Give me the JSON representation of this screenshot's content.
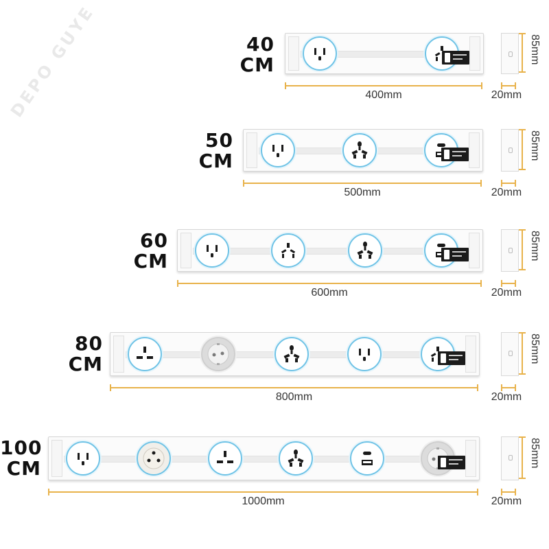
{
  "watermark": "DEPO GUYE",
  "rows": [
    {
      "size_number": "40",
      "size_unit": "CM",
      "length_label": "400mm",
      "depth_label": "20mm",
      "height_label": "85mm",
      "sockets": [
        "us",
        "multi"
      ]
    },
    {
      "size_number": "50",
      "size_unit": "CM",
      "length_label": "500mm",
      "depth_label": "20mm",
      "height_label": "85mm",
      "sockets": [
        "us",
        "universal",
        "usb"
      ]
    },
    {
      "size_number": "60",
      "size_unit": "CM",
      "length_label": "600mm",
      "depth_label": "20mm",
      "height_label": "85mm",
      "sockets": [
        "us",
        "multi",
        "universal",
        "usb"
      ]
    },
    {
      "size_number": "80",
      "size_unit": "CM",
      "length_label": "800mm",
      "depth_label": "20mm",
      "height_label": "85mm",
      "sockets": [
        "uk",
        "eu",
        "universal",
        "us",
        "multi"
      ]
    },
    {
      "size_number": "100",
      "size_unit": "CM",
      "length_label": "1000mm",
      "depth_label": "20mm",
      "height_label": "85mm",
      "sockets": [
        "us",
        "fr",
        "uk",
        "universal",
        "usb",
        "eu"
      ]
    }
  ],
  "colors": {
    "dimension_line": "#e8b24a",
    "socket_ring": "#6fc3e6",
    "switch": "#1b1b1b"
  }
}
